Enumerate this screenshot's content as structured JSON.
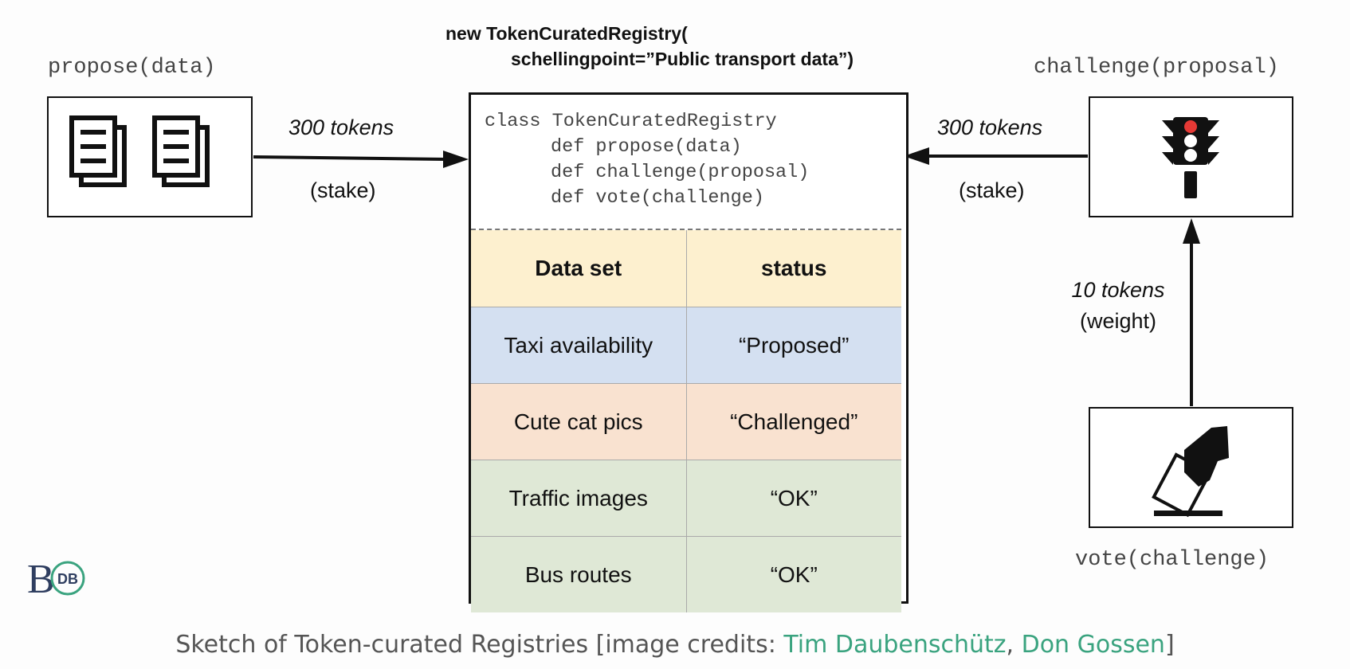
{
  "constructor": {
    "line1": "new TokenCuratedRegistry(",
    "line2": "schellingpoint=”Public transport data”)"
  },
  "left": {
    "function_label": "propose(data)",
    "icon": "documents-icon",
    "stake_amount": "300 tokens",
    "stake_note": "(stake)"
  },
  "right": {
    "function_label": "challenge(proposal)",
    "icon": "traffic-light-icon",
    "stake_amount": "300 tokens",
    "stake_note": "(stake)"
  },
  "vote": {
    "function_label": "vote(challenge)",
    "icon": "ballot-box-icon",
    "amount": "10 tokens",
    "note": "(weight)"
  },
  "registry": {
    "code": [
      "class TokenCuratedRegistry",
      "def propose(data)",
      "def challenge(proposal)",
      "def vote(challenge)"
    ],
    "headers": [
      "Data set",
      "status"
    ],
    "rows": [
      {
        "dataset": "Taxi availability",
        "status": "“Proposed”",
        "color": "#d4e0f1"
      },
      {
        "dataset": "Cute cat pics",
        "status": "“Challenged”",
        "color": "#f9e2d0"
      },
      {
        "dataset": "Traffic images",
        "status": "“OK”",
        "color": "#dfe8d6"
      },
      {
        "dataset": "Bus routes",
        "status": "“OK”",
        "color": "#dfe8d6"
      }
    ],
    "header_color": "#fdf0cf"
  },
  "logo": {
    "letter": "B",
    "badge": "DB"
  },
  "caption": {
    "prefix": "Sketch of Token-curated Registries [image credits: ",
    "credit1": "Tim Daubenschütz",
    "sep": ", ",
    "credit2": "Don Gossen",
    "suffix": "]"
  },
  "colors": {
    "credit_link": "#3aa37f",
    "light_red": "#e53935"
  }
}
